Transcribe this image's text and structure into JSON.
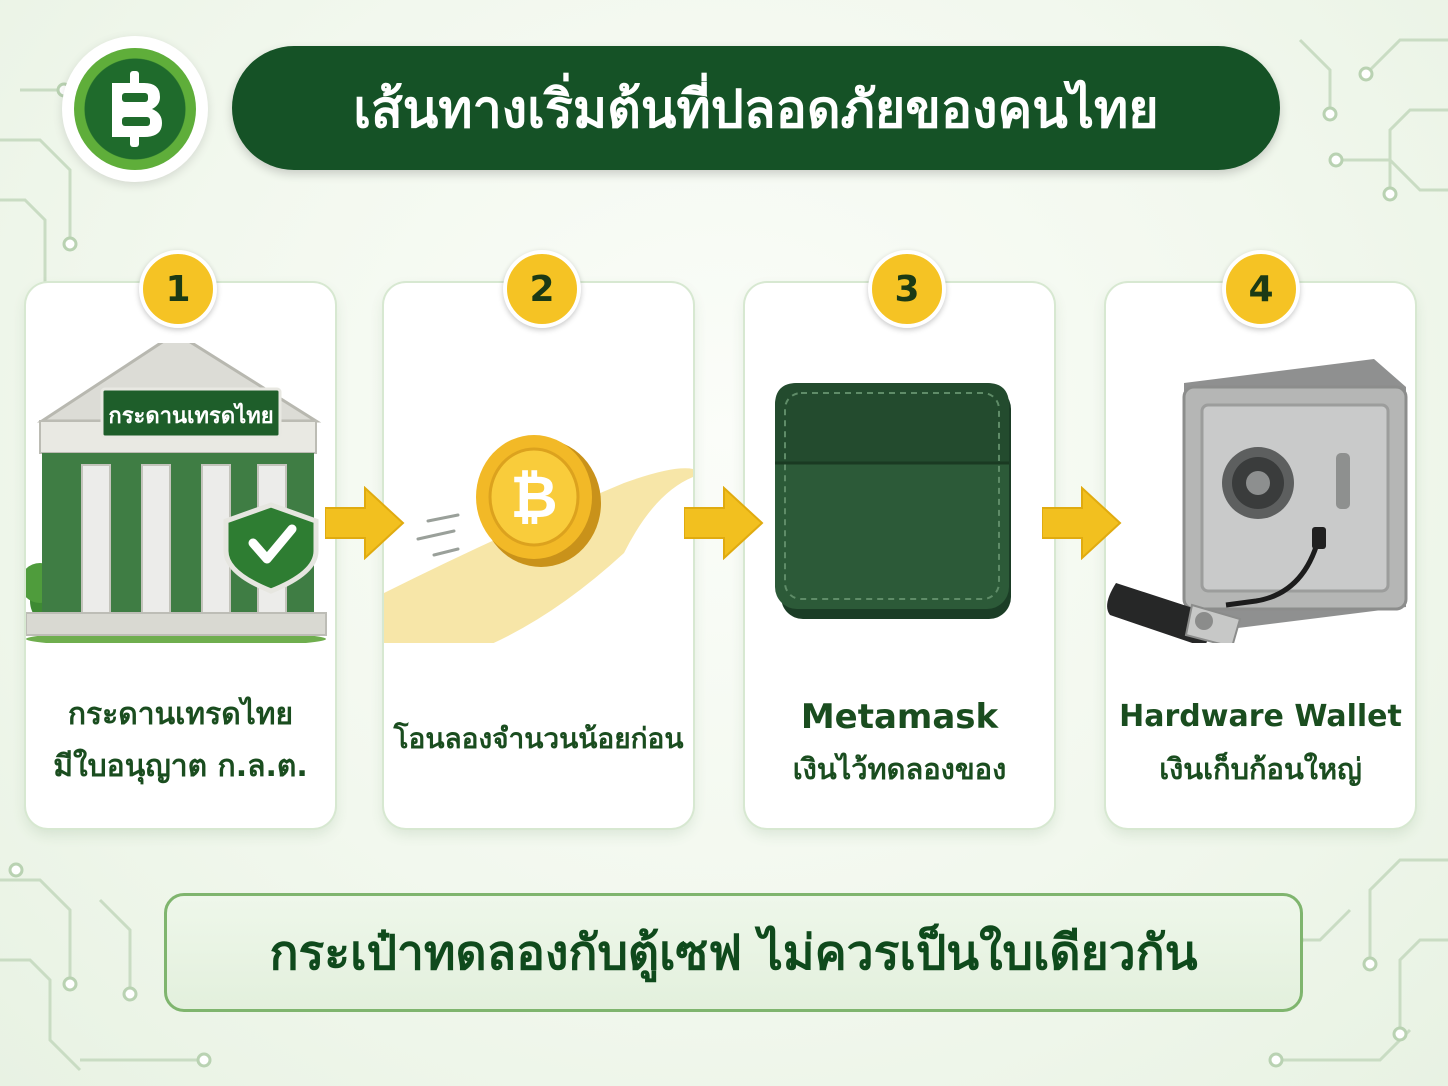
{
  "title": "เส้นทางเริ่มต้นที่ปลอดภัยของคนไทย",
  "steps": [
    {
      "number": "1",
      "sign": "กระดานเทรดไทย",
      "line1": "กระดานเทรดไทย",
      "line2": "มีใบอนุญาต ก.ล.ต."
    },
    {
      "number": "2",
      "line1": "โอนลองจำนวนน้อยก่อน"
    },
    {
      "number": "3",
      "line1": "Metamask",
      "line2": "เงินไว้ทดลองของ"
    },
    {
      "number": "4",
      "line1": "Hardware Wallet",
      "line2": "เงินเก็บก้อนใหญ่"
    }
  ],
  "bottom_message": "กระเป๋าทดลองกับตู้เซฟ ไม่ควรเป็นใบเดียวกัน",
  "colors": {
    "banner": "#155226",
    "badge": "#f5c324",
    "arrow": "#f2c01f",
    "text": "#1a4d1f",
    "bottom_border": "#7fb56e"
  },
  "icons": [
    "baht-logo-icon",
    "bank-building-icon",
    "shield-check-icon",
    "bitcoin-coin-icon",
    "wallet-icon",
    "safe-icon",
    "usb-hardware-wallet-icon",
    "arrow-right-icon"
  ]
}
